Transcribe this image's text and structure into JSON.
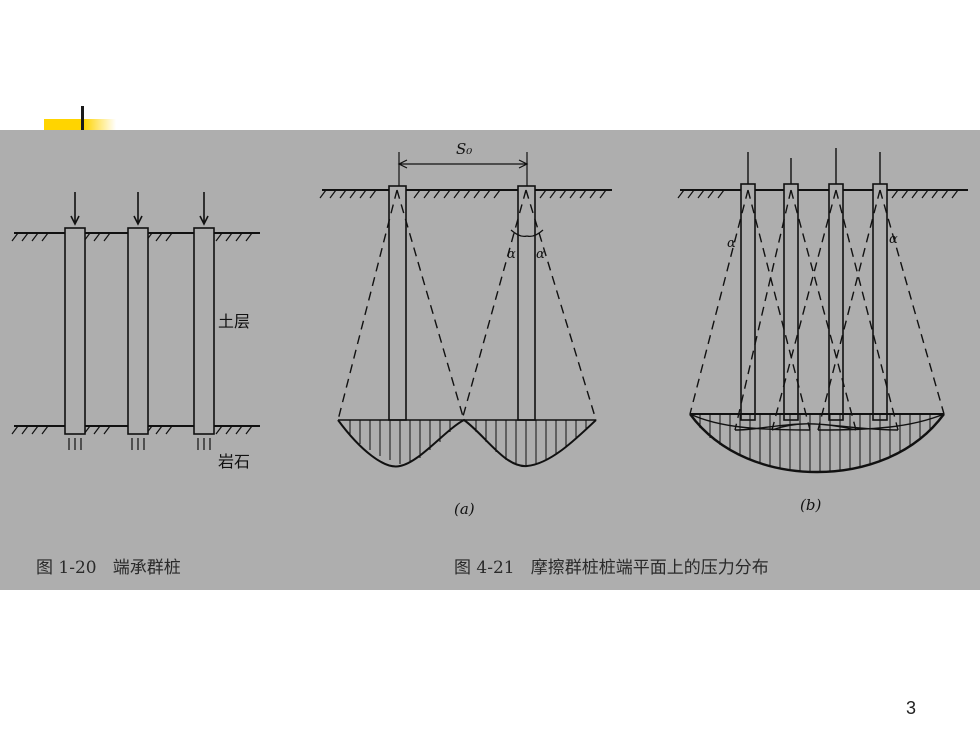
{
  "slide": {
    "page_number": "3"
  },
  "figure_left": {
    "caption": "图 1-20   端承群桩",
    "soil_label": "土层",
    "rock_label": "岩石"
  },
  "figure_right": {
    "caption": "图 4-21   摩擦群桩桩端平面上的压力分布",
    "spacing_label": "S₀",
    "angle_symbol": "α",
    "part_a": "(a)",
    "part_b": "(b)"
  },
  "colors": {
    "panel": "#aeaeae",
    "accent": "#ffd400",
    "ink": "#1a1a1a"
  }
}
